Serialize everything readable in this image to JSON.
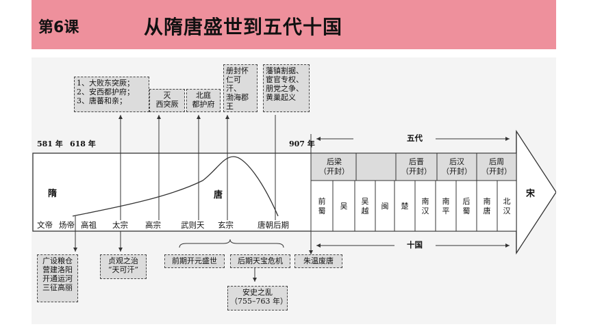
{
  "header": {
    "lesson": "第6课",
    "title": "从隋唐盛世到五代十国"
  },
  "top_boxes": {
    "sui_tang_early": [
      "1、大败东突厥；",
      "2、安西都护府；",
      "3、唐蕃和亲；"
    ],
    "destroy_west_turks": [
      "灭",
      "西突厥"
    ],
    "beiting": [
      "北庭",
      "都护府"
    ],
    "bohai": [
      "册封怀",
      "仁可汗、",
      "渤海郡",
      "王"
    ],
    "late_tang": [
      "藩镇割据、",
      "宦官专权、",
      "朋党之争、",
      "黄巢起义"
    ]
  },
  "years": {
    "y581": "581 年",
    "y618": "618 年",
    "y907": "907 年"
  },
  "five_dynasties_label": "五代",
  "ten_kingdoms_label": "十国",
  "dynasty_sui": "隋",
  "dynasty_tang": "唐",
  "dynasty_song": "宋",
  "emperors": {
    "wendi": "文帝",
    "yangdi": "炀帝",
    "gaozu": "高祖",
    "taizong": "太宗",
    "gaozong": "高宗",
    "wuzetian": "武则天",
    "xuanzong": "玄宗",
    "late": "唐朝后期"
  },
  "five_dynasties": [
    [
      "后梁",
      "（开封）"
    ],
    [
      "后晋",
      "（开封）"
    ],
    [
      "后汉",
      "（开封）"
    ],
    [
      "后周",
      "（开封）"
    ]
  ],
  "ten_kingdoms": [
    [
      "前",
      "蜀"
    ],
    [
      "吴"
    ],
    [
      "吴",
      "越"
    ],
    [
      "闽"
    ],
    [
      "楚"
    ],
    [
      "南",
      "汉"
    ],
    [
      "南",
      "平"
    ],
    [
      "后",
      "蜀"
    ],
    [
      "南",
      "唐"
    ],
    [
      "北",
      "汉"
    ]
  ],
  "bottom_boxes": {
    "sui": [
      "广设粮仓",
      "营建洛阳",
      "开通运河",
      "三征高丽"
    ],
    "zhenguan": [
      "贞观之治",
      "“天可汗”"
    ],
    "kaiyuan": "前期开元盛世",
    "tianbao": "后期天宝危机",
    "zhuwen": "朱温废唐",
    "anshi": [
      "安史之乱",
      "（755–763 年）"
    ]
  }
}
